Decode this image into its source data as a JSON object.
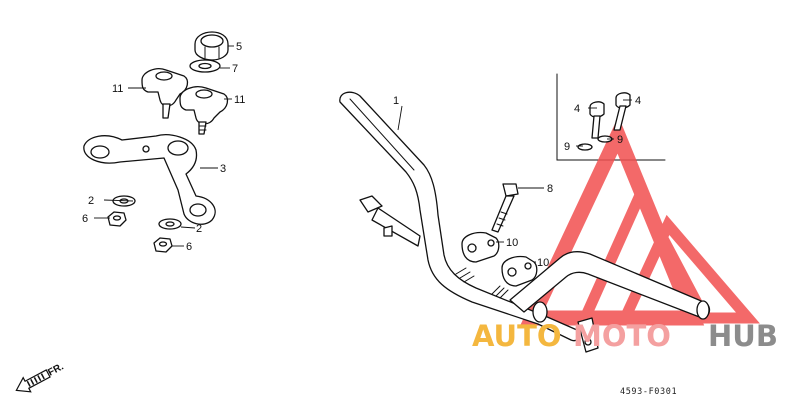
{
  "diagram": {
    "callouts": [
      "1",
      "2",
      "2",
      "3",
      "4",
      "4",
      "5",
      "6",
      "6",
      "7",
      "8",
      "9",
      "9",
      "10",
      "10",
      "11",
      "11"
    ],
    "direction_label": "FR.",
    "diagram_code": "4593-F0301"
  },
  "watermark": {
    "part_auto": "AUTO",
    "part_moto": "MOTO",
    "part_hub": "HUB",
    "colors": {
      "auto": "#f4b73f",
      "moto": "#f4a0a0",
      "hub": "#8c8c8c",
      "logo": "#f25050"
    }
  }
}
